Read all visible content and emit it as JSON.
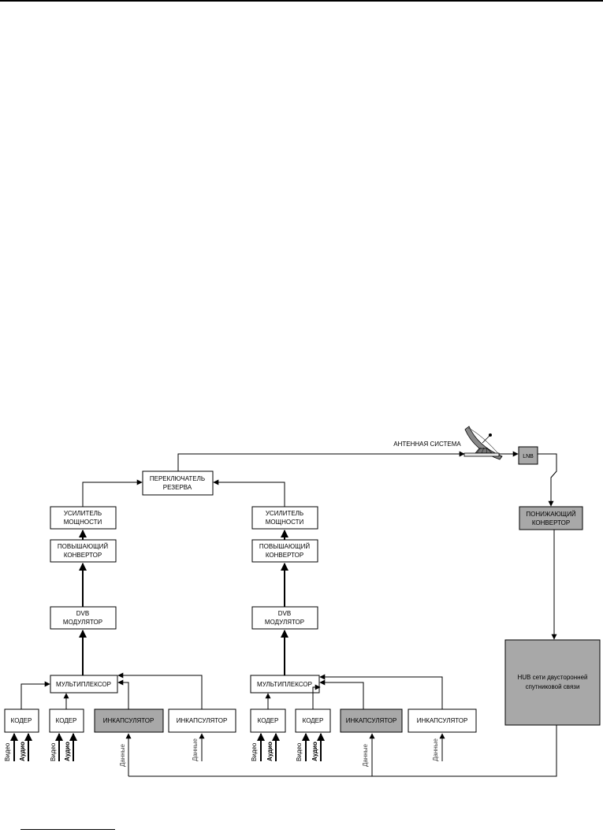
{
  "antenna": {
    "label": "АНТЕННАЯ СИСТЕМА"
  },
  "lnb": {
    "label": "LNB"
  },
  "downconverter": {
    "line1": "ПОНИЖАЮЩИЙ",
    "line2": "КОНВЕРТОР"
  },
  "hub": {
    "line1": "HUB сети двусторонней",
    "line2": "спутниковой связи"
  },
  "switch": {
    "line1": "ПЕРЕКЛЮЧАТЕЛЬ",
    "line2": "РЕЗЕРВА"
  },
  "left_chain": {
    "amp": {
      "line1": "УСИЛИТЕЛЬ",
      "line2": "МОЩНОСТИ"
    },
    "upconv": {
      "line1": "ПОВЫШАЮЩИЙ",
      "line2": "КОНВЕРТОР"
    },
    "mod": {
      "line1": "DVB",
      "line2": "МОДУЛЯТОР"
    },
    "mux": {
      "label": "МУЛЬТИПЛЕКСОР"
    },
    "coder1": {
      "label": "КОДЕР"
    },
    "coder2": {
      "label": "КОДЕР"
    },
    "encap_gray": {
      "label": "ИНКАПСУЛЯТОР"
    },
    "encap_white": {
      "label": "ИНКАПСУЛЯТОР"
    }
  },
  "right_chain": {
    "amp": {
      "line1": "УСИЛИТЕЛЬ",
      "line2": "МОЩНОСТИ"
    },
    "upconv": {
      "line1": "ПОВЫШАЮЩИЙ",
      "line2": "КОНВЕРТОР"
    },
    "mod": {
      "line1": "DVB",
      "line2": "МОДУЛЯТОР"
    },
    "mux": {
      "label": "МУЛЬТИПЛЕКСОР"
    },
    "coder1": {
      "label": "КОДЕР"
    },
    "coder2": {
      "label": "КОДЕР"
    },
    "encap_gray": {
      "label": "ИНКАПСУЛЯТОР"
    },
    "encap_white": {
      "label": "ИНКАПСУЛЯТОР"
    }
  },
  "inputs": {
    "video": "Видео",
    "audio": "Аудио",
    "data": "Данные"
  },
  "colors": {
    "gray_box": "#a8a8a8",
    "line": "#000000"
  }
}
